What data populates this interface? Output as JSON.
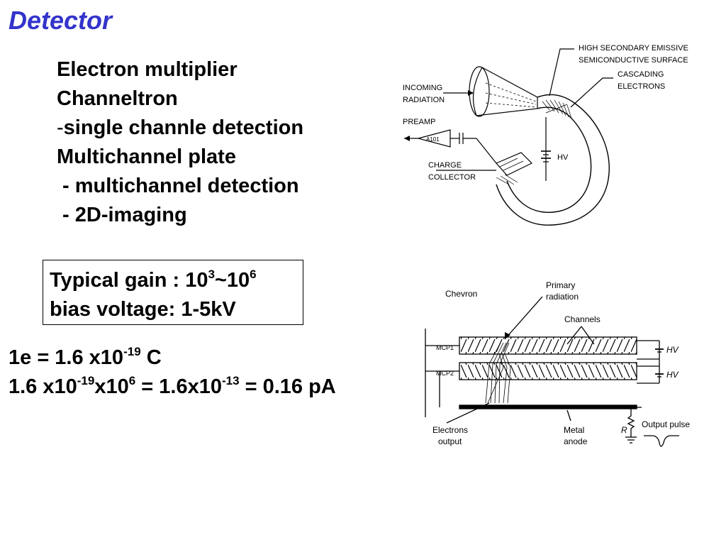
{
  "title": "Detector",
  "bullets": {
    "line1": "Electron multiplier",
    "line2": "Channeltron",
    "line3_dash": "-",
    "line3_text": "single channle detection",
    "line4": "Multichannel plate",
    "line5": " - multichannel detection",
    "line6": " - 2D-imaging"
  },
  "gain_box": {
    "gain_label": "Typical gain : 10",
    "gain_exp1": "3",
    "gain_mid": "~10",
    "gain_exp2": "6",
    "bias": "bias voltage: 1-5kV"
  },
  "calc": {
    "l1_a": "1e = 1.6 x10",
    "l1_exp": "-19",
    "l1_b": " C",
    "l2_a": "1.6 x10",
    "l2_exp1": "-19",
    "l2_b": "x10",
    "l2_exp2": "6",
    "l2_c": " = 1.6x10",
    "l2_exp3": "-13",
    "l2_d": " = 0.16 pA"
  },
  "channeltron_diagram": {
    "high_secondary": "HIGH SECONDARY EMISSIVE",
    "semiconductive": "SEMICONDUCTIVE SURFACE",
    "cascading": "CASCADING",
    "electrons": "ELECTRONS",
    "incoming": "INCOMING",
    "radiation": "RADIATION",
    "preamp": "PREAMP",
    "a101": "A101",
    "charge": "CHARGE",
    "collector": "COLLECTOR",
    "hv": "HV"
  },
  "mcp_diagram": {
    "chevron": "Chevron",
    "primary": "Primary",
    "radiation": "radiation",
    "channels": "Channels",
    "mcp1": "MCP1",
    "mcp2": "MCP2",
    "hv1": "HV",
    "hv2": "HV",
    "electrons": "Electrons",
    "output": "output",
    "metal": "Metal",
    "anode": "anode",
    "r": "R",
    "output_pulse": "Output pulse"
  }
}
